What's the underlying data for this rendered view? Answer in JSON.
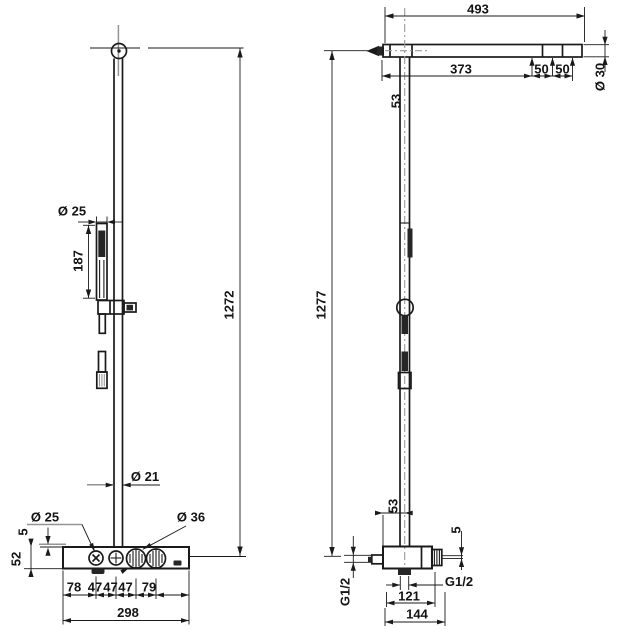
{
  "drawing": {
    "type": "technical-drawing",
    "subject": "shower column with thermostatic mixer, hand shower and overhead arm",
    "views": [
      "front-view",
      "side-view"
    ],
    "background_color": "#ffffff",
    "line_color": "#1a1a1a",
    "centerline_color": "#949494"
  },
  "labels": {
    "dia25_top": "Ø 25",
    "len187": "187",
    "dia21": "Ø 21",
    "dia25_bottom": "Ø 25",
    "dia36": "Ø 36",
    "off5_left": "5",
    "h52": "52",
    "w78": "78",
    "w47a": "47",
    "w47b": "47",
    "w47c": "47",
    "w79": "79",
    "w298": "298",
    "h1272": "1272",
    "w493": "493",
    "w373": "373",
    "w50a": "50",
    "w50b": "50",
    "dia30": "Ø 30",
    "off53_top": "53",
    "h1277": "1277",
    "off53_bottom": "53",
    "off5_right": "5",
    "g12_left": "G1/2",
    "g12_right": "G1/2",
    "w121": "121",
    "w144": "144"
  }
}
